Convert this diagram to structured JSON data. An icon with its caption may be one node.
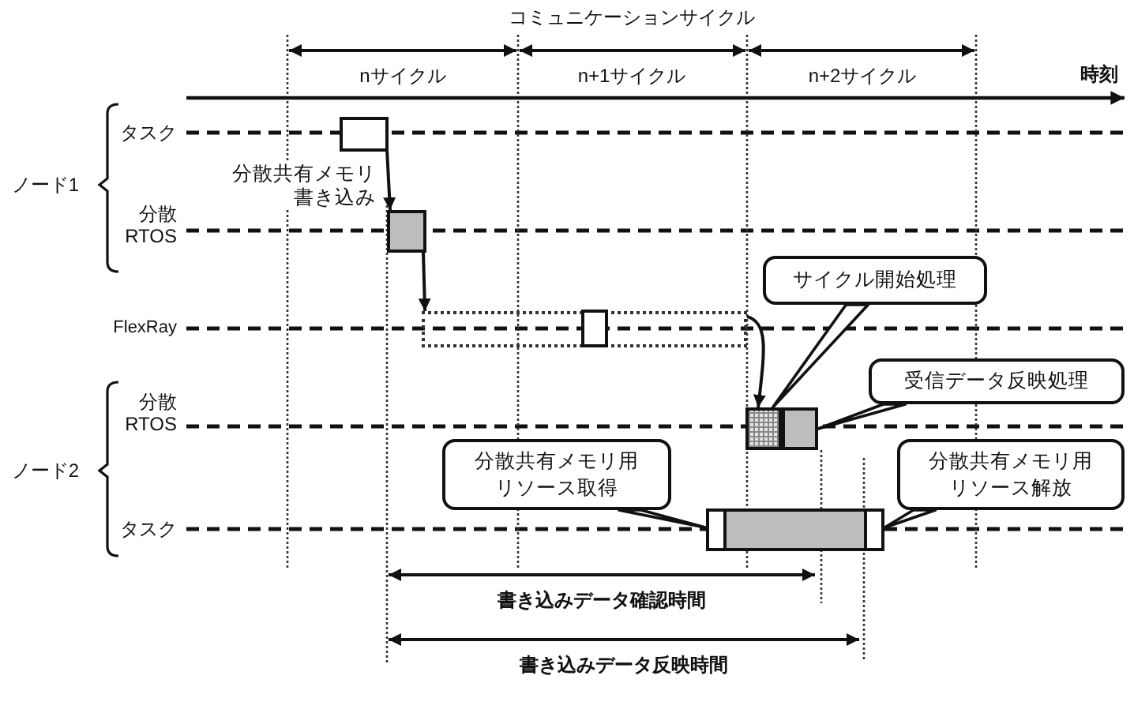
{
  "diagram": {
    "title": "コミュニケーションサイクル",
    "nodes": [
      {
        "text": [],
        "shape": "box"
      },
      {
        "text": [],
        "shape": "box"
      },
      {
        "text": [],
        "shape": "box"
      },
      {
        "text": [],
        "shape": "box",
        "in": 2
      },
      {
        "text": [
          "サイクル開始処理"
        ]
      },
      {
        "text": [],
        "shape": "box"
      },
      {
        "text": [],
        "shape": "box"
      },
      {
        "text": [
          "受信データ反映処理"
        ]
      },
      {
        "text": [
          "分散共有メモリ用リソース取得"
        ]
      },
      {
        "text": [],
        "shape": "box"
      },
      {
        "text": [],
        "shape": "box",
        "in": 9
      },
      {
        "text": [],
        "shape": "box",
        "in": 9
      },
      {
        "text": [
          "分散共有メモリ用リソース解放"
        ]
      }
    ],
    "edges": [
      {
        "from": 0,
        "to": 1,
        "arrow": "to",
        "label": "分散共有メモリ書き込み"
      },
      {
        "from": 1,
        "to": 2,
        "arrow": "to"
      },
      {
        "from": 2,
        "to": 5,
        "arrow": "to"
      },
      {
        "from": 4,
        "to": 5,
        "arrow": "none"
      },
      {
        "from": 7,
        "to": 6,
        "arrow": "none"
      },
      {
        "from": 8,
        "to": 10,
        "arrow": "none"
      },
      {
        "from": 12,
        "to": 11,
        "arrow": "none"
      }
    ],
    "labels": [
      "nサイクル",
      "n+1サイクル",
      "n+2サイクル",
      "時刻",
      "ノード1",
      "タスク",
      "分散 RTOS",
      "FlexRay",
      "分散 RTOS",
      "ノード2",
      "タスク",
      "書き込みデータ確認時間",
      "書き込みデータ反映時間"
    ]
  }
}
